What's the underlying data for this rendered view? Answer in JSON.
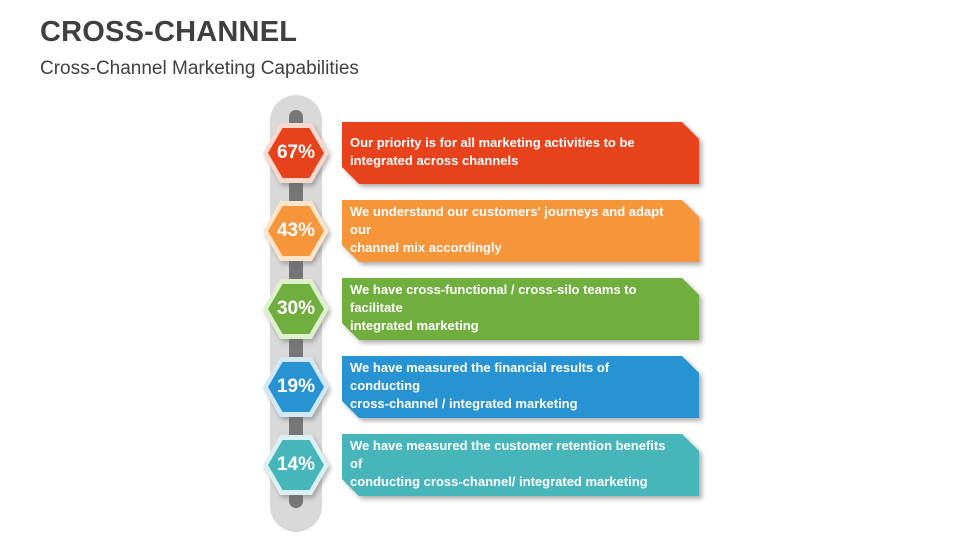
{
  "slide": {
    "title": "CROSS-CHANNEL",
    "subtitle": "Cross-Channel Marketing Capabilities"
  },
  "timeline": {
    "track_color": "#d9d9d9",
    "rail_color": "#767676",
    "items": [
      {
        "percent": "67%",
        "lines": [
          "Our priority is for all marketing activities to be",
          "integrated across channels"
        ],
        "color": "#e8421d",
        "tint": "#f9d8ce"
      },
      {
        "percent": "43%",
        "lines": [
          "We understand our customers' journeys and adapt our",
          "channel mix accordingly"
        ],
        "color": "#f6953a",
        "tint": "#fce5c8"
      },
      {
        "percent": "30%",
        "lines": [
          "We have cross-functional / cross-silo teams to facilitate",
          "integrated marketing"
        ],
        "color": "#70ae3d",
        "tint": "#dff0ce"
      },
      {
        "percent": "19%",
        "lines": [
          "We have measured the financial results of conducting",
          "cross-channel / integrated marketing"
        ],
        "color": "#2793d3",
        "tint": "#d2e8f7"
      },
      {
        "percent": "14%",
        "lines": [
          "We have measured the customer retention benefits of",
          "conducting cross-channel/ integrated marketing"
        ],
        "color": "#47b6bb",
        "tint": "#dcf0f1"
      }
    ]
  }
}
